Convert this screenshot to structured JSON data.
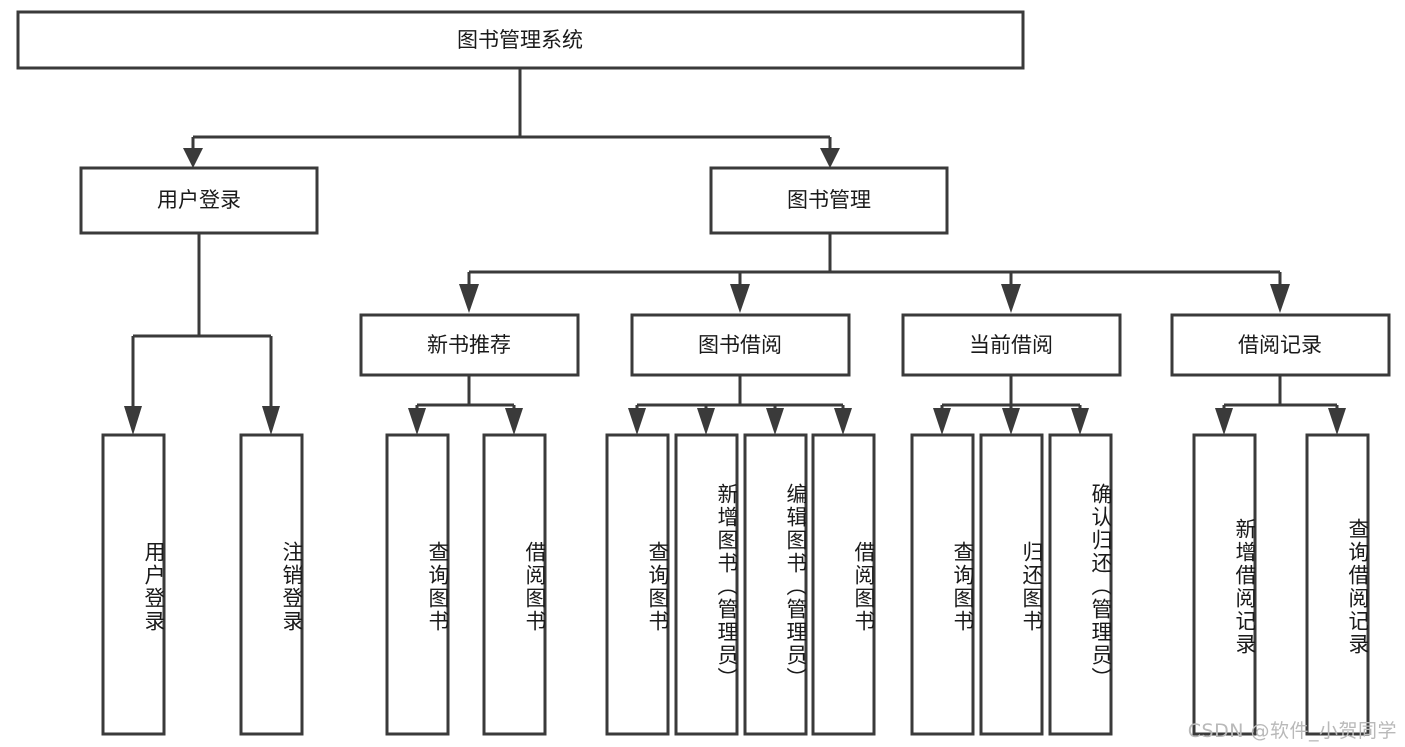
{
  "diagram": {
    "title": "图书管理系统",
    "type": "tree-hierarchy-diagram",
    "watermark": "CSDN @软件_小贺同学",
    "colors": {
      "stroke": "#3a3a3a",
      "fill": "#ffffff",
      "text": "#1a1a1a",
      "watermark": "#b9b9b9",
      "background": "#ffffff"
    },
    "root": {
      "label": "图书管理系统"
    },
    "level2": [
      {
        "label": "用户登录"
      },
      {
        "label": "图书管理"
      }
    ],
    "level3": [
      {
        "label": "新书推荐"
      },
      {
        "label": "图书借阅"
      },
      {
        "label": "当前借阅"
      },
      {
        "label": "借阅记录"
      }
    ],
    "leaves": {
      "user_login": [
        {
          "label": "用户登录"
        },
        {
          "label": "注销登录"
        }
      ],
      "new_book_recommend": [
        {
          "label": "查询图书"
        },
        {
          "label": "借阅图书"
        }
      ],
      "book_borrow": [
        {
          "label": "查询图书"
        },
        {
          "label": "新增图书（管理员）"
        },
        {
          "label": "编辑图书（管理员）"
        },
        {
          "label": "借阅图书"
        }
      ],
      "current_borrow": [
        {
          "label": "查询图书"
        },
        {
          "label": "归还图书"
        },
        {
          "label": "确认归还（管理员）"
        }
      ],
      "borrow_record": [
        {
          "label": "新增借阅记录"
        },
        {
          "label": "查询借阅记录"
        }
      ]
    }
  }
}
